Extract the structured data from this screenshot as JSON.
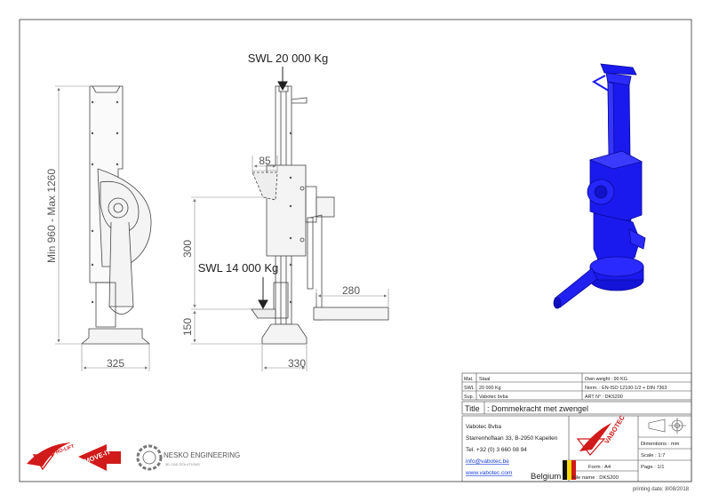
{
  "dimensions": {
    "swl_top": "SWL 20 000 Kg",
    "swl_bottom": "SWL 14 000 Kg",
    "height_range": "Min 960 - Max 1260",
    "width_front": "325",
    "width_side": "330",
    "d85": "85",
    "d300": "300",
    "d150": "150",
    "d280": "280"
  },
  "specs": {
    "mat_label": "Mat.",
    "mat_value": "Staal",
    "swl_label": "SWL",
    "swl_value": "20 000 Kg",
    "sup_label": "Sup.",
    "sup_value": "Vabotec bvba",
    "weight": "Own weight : 90 KG",
    "norm": "Norm. : EN-ISO 12100-1/2 + DIN 7363",
    "art": "ART N° : DKS200"
  },
  "title_block": {
    "title_label": "Title",
    "title_value": ": Dommekracht met zwengel",
    "company": "Vabotec Bvba",
    "address": "Starrenhoflaan 33, B-2950 Kapellen",
    "tel": "Tel. +32 (0) 3 660 08 94",
    "email": "info@vabotec.be",
    "website": "www.vabotec.com",
    "country": "Belgium",
    "form": "Form : A4",
    "file": "File name : DKS200",
    "dims": "Dimentions : mm",
    "scale": "Scale : 1:7",
    "page": "Page : 1/1",
    "brand": "VABOTEC"
  },
  "logos": {
    "prolift": "PRO-LIFT",
    "moveit": "MOVE-IT",
    "nesko": "NESKO ENGINEERING",
    "nesko_sub": "3D CAD SOLUTIONS"
  },
  "printing_date": "printing date: 8/08/2018",
  "colors": {
    "jack_blue": "#1a1aee",
    "brand_red": "#d11a1a",
    "link_blue": "#1a3fd6"
  }
}
